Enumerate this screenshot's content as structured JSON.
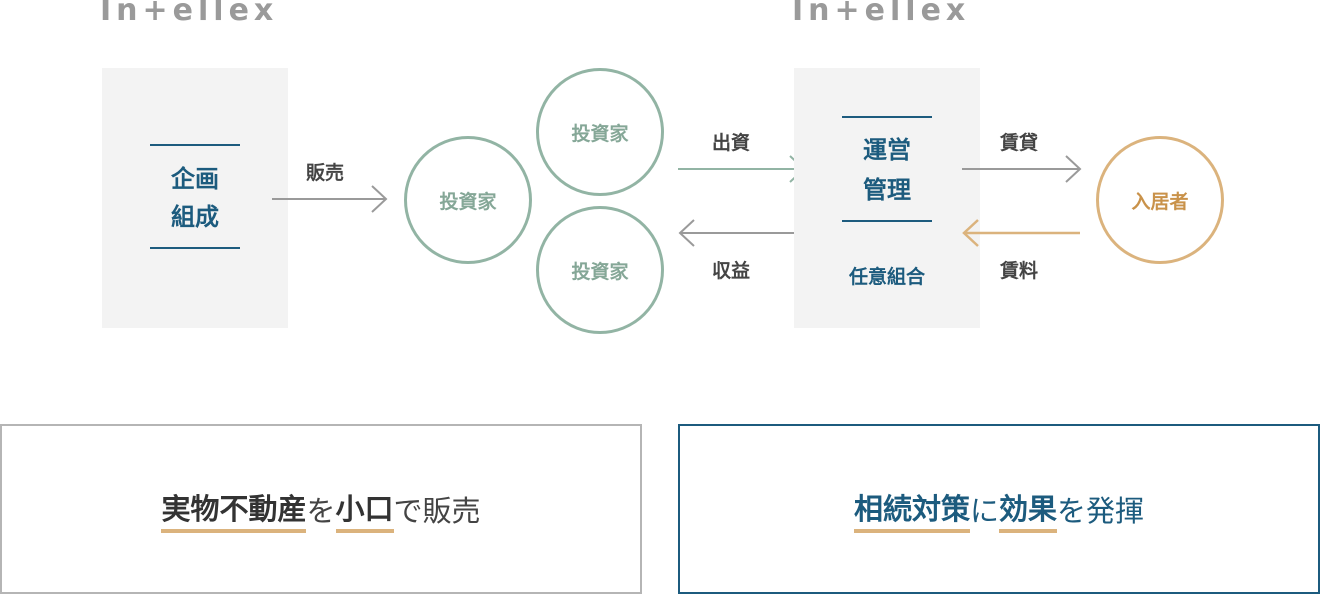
{
  "logos": {
    "left": "In+ellex",
    "right": "In+ellex"
  },
  "planning": {
    "line1": "企画",
    "line2": "組成"
  },
  "arrows": {
    "sale": "販売",
    "investment": "出資",
    "profit": "収益",
    "rent_lease": "賃貸",
    "rent_fee": "賃料"
  },
  "investors": {
    "left": "投資家",
    "top": "投資家",
    "bottom": "投資家"
  },
  "management": {
    "line1": "運営",
    "line2": "管理",
    "union": "任意組合"
  },
  "tenant": "入居者",
  "panels": {
    "left": {
      "hl1": "実物不動産",
      "t1": "を",
      "hl2": "小口",
      "t2": "で販売"
    },
    "right": {
      "hl1": "相続対策",
      "t1": "に",
      "hl2": "効果",
      "t2": "を発揮"
    }
  },
  "colors": {
    "navy": "#1c5b7e",
    "green": "#92b4a4",
    "gold": "#dbb37d",
    "grey": "#9a9a9a",
    "box_bg": "#f3f3f3"
  }
}
